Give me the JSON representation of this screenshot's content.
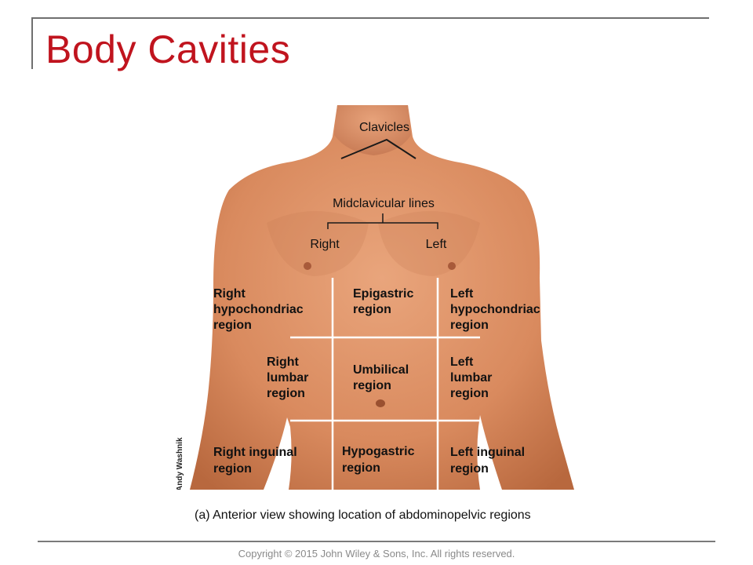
{
  "slide": {
    "title": "Body Cavities",
    "caption": "(a) Anterior view showing location of abdominopelvic regions",
    "copyright": "Copyright © 2015 John Wiley & Sons, Inc. All rights reserved."
  },
  "figure": {
    "clavicles_label": "Clavicles",
    "midclavicular_label": "Midclavicular lines",
    "right_label": "Right",
    "left_label": "Left",
    "credit": "Andy Washnik",
    "regions": {
      "right_hypochondriac": [
        "Right",
        "hypochondriac",
        "region"
      ],
      "epigastric": [
        "Epigastric",
        "region"
      ],
      "left_hypochondriac": [
        "Left",
        "hypochondriac",
        "region"
      ],
      "right_lumbar": [
        "Right",
        "lumbar",
        "region"
      ],
      "umbilical": [
        "Umbilical",
        "region"
      ],
      "left_lumbar": [
        "Left",
        "lumbar",
        "region"
      ],
      "right_inguinal": [
        "Right inguinal",
        "region"
      ],
      "hypogastric": [
        "Hypogastric",
        "region"
      ],
      "left_inguinal": [
        "Left inguinal",
        "region"
      ]
    }
  },
  "colors": {
    "title": "#c0141e",
    "skin": "#d98a5e",
    "line": "#ffffff"
  }
}
